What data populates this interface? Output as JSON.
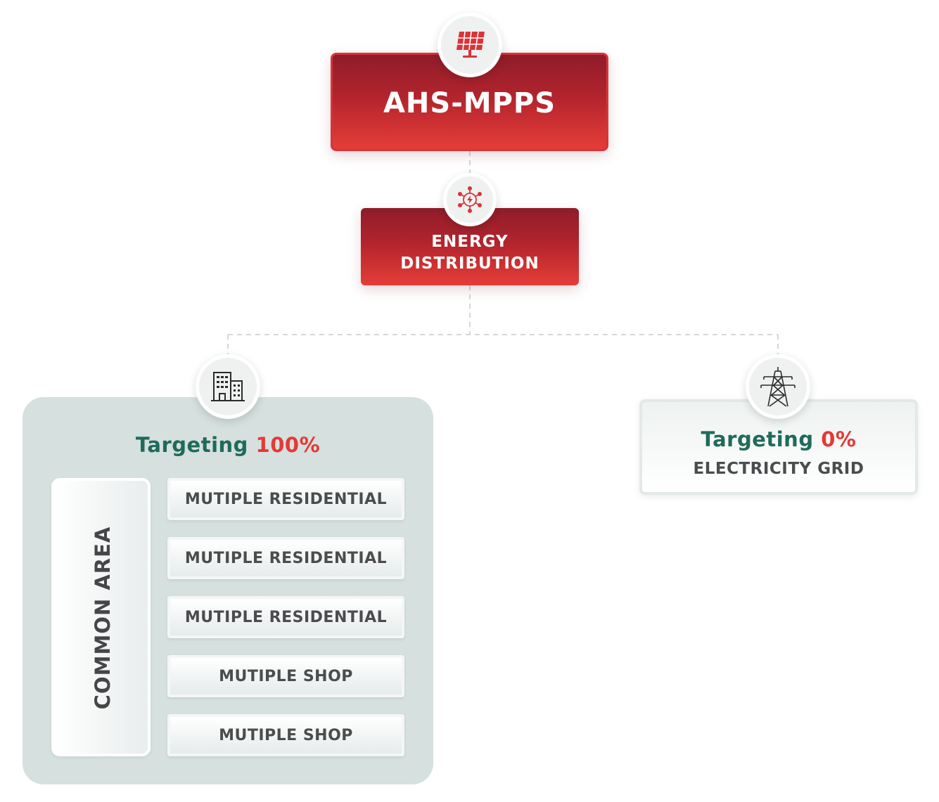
{
  "source": {
    "title": "AHS-MPPS",
    "icon": "solar-panel-icon"
  },
  "distribution": {
    "line1": "ENERGY",
    "line2": "DISTRIBUTION",
    "icon": "energy-network-icon"
  },
  "building": {
    "icon": "building-icon",
    "target_word": "Targeting",
    "target_value": "100%",
    "common_area": "COMMON AREA",
    "units": [
      "MUTIPLE RESIDENTIAL",
      "MUTIPLE RESIDENTIAL",
      "MUTIPLE RESIDENTIAL",
      "MUTIPLE SHOP",
      "MUTIPLE SHOP"
    ]
  },
  "grid": {
    "icon": "power-tower-icon",
    "target_word": "Targeting",
    "target_value": "0%",
    "label": "ELECTRICITY GRID"
  },
  "colors": {
    "red_dark": "#8f1c2a",
    "red_bright": "#e53d38",
    "teal": "#1f6a5b",
    "accent_red": "#e53935",
    "panel_gray": "#d6e0df"
  }
}
